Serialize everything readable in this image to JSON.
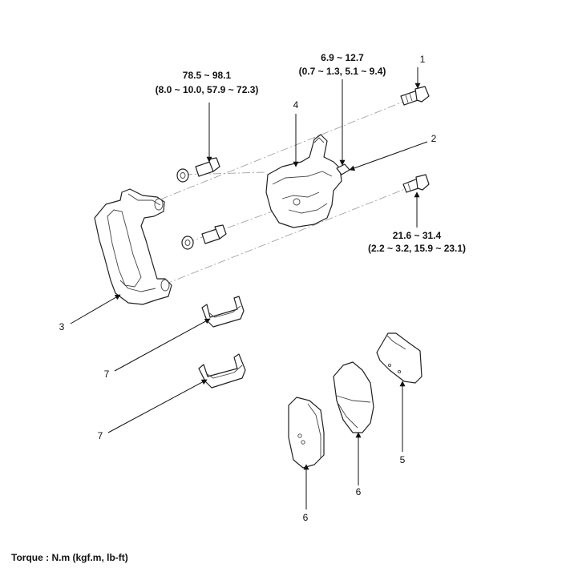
{
  "torques": {
    "caliper_bracket_bolt": {
      "value": "78.5 ~ 98.1",
      "conv": "(8.0 ~ 10.0, 57.9 ~ 72.3)"
    },
    "bleeder_screw": {
      "value": "6.9 ~ 12.7",
      "conv": "(0.7 ~ 1.3, 5.1 ~ 9.4)"
    },
    "guide_rod_bolt": {
      "value": "21.6 ~ 31.4",
      "conv": "(2.2 ~ 3.2, 15.9 ~ 23.1)"
    }
  },
  "callouts": {
    "guide_rod_bolt": "1",
    "bleeder_screw": "2",
    "caliper_bracket": "3",
    "caliper_body": "4",
    "pad_shim": "5",
    "pad_outer": "6",
    "pad_inner": "6",
    "pad_spring_upper": "7",
    "pad_spring_lower": "7"
  },
  "footer": {
    "torque_unit": "Torque : N.m (kgf.m, lb-ft)"
  }
}
